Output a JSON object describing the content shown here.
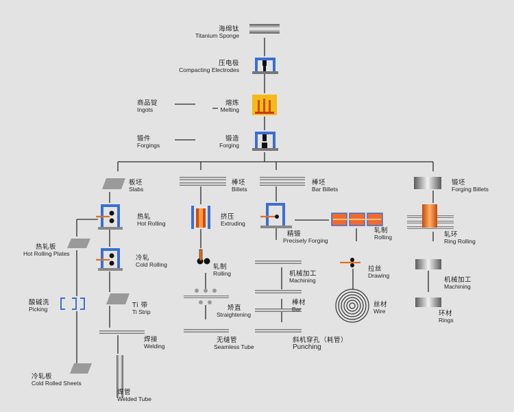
{
  "steps": {
    "titanium_sponge": {
      "zh": "海绵钛",
      "en": "Titanium Sponge"
    },
    "compacting_electrodes": {
      "zh": "压电极",
      "en": "Compacting Electrodes"
    },
    "melting": {
      "zh": "熔炼",
      "en": "Melting"
    },
    "ingots": {
      "zh": "商品锭",
      "en": "Ingots"
    },
    "forgings": {
      "zh": "锻件",
      "en": "Forgings"
    },
    "forging": {
      "zh": "锻造",
      "en": "Forging"
    },
    "slabs": {
      "zh": "板坯",
      "en": "Slabs"
    },
    "billets": {
      "zh": "棒坯",
      "en": "Billets"
    },
    "bar_billets": {
      "zh": "棒坯",
      "en": "Bar Billets"
    },
    "forging_billets": {
      "zh": "锻坯",
      "en": "Forging Billets"
    },
    "hot_rolling": {
      "zh": "热轧",
      "en": "Hot Rolling"
    },
    "extruding": {
      "zh": "挤压",
      "en": "Extruding"
    },
    "precisely_forging": {
      "zh": "精锻",
      "en": "Precisely Forging"
    },
    "rolling_1": {
      "zh": "轧制",
      "en": "Rolling"
    },
    "ring_rolling": {
      "zh": "轧环",
      "en": "Ring Rolling"
    },
    "hot_rolling_plates": {
      "zh": "热轧板",
      "en": "Hot Rolling Plates"
    },
    "cold_rolling": {
      "zh": "冷轧",
      "en": "Cold Rolling"
    },
    "rolling_2": {
      "zh": "轧制",
      "en": "Rolling"
    },
    "machining_1": {
      "zh": "机械加工",
      "en": "Machining"
    },
    "drawing": {
      "zh": "拉丝",
      "en": "Drawing"
    },
    "machining_2": {
      "zh": "机械加工",
      "en": "Machining"
    },
    "picking": {
      "zh": "酸碱洗",
      "en": "Picking"
    },
    "ti_strip": {
      "zh": "Ti 带",
      "en": "Ti Strip"
    },
    "straightening": {
      "zh": "矫直",
      "en": "Straightening"
    },
    "bar": {
      "zh": "棒材",
      "en": "Bar"
    },
    "wire": {
      "zh": "丝材",
      "en": "Wire"
    },
    "rings": {
      "zh": "环材",
      "en": "Rings"
    },
    "welding": {
      "zh": "焊接",
      "en": "Welding"
    },
    "seamless_tube": {
      "zh": "无缝管",
      "en": "Seamless Tube"
    },
    "punching": {
      "zh": "斜机穿孔（耗管）",
      "en": "Punching"
    },
    "cold_rolled_sheets": {
      "zh": "冷轧板",
      "en": "Cold Rolled Sheets"
    },
    "welded_tube": {
      "zh": "焊管",
      "en": "Welded Tube"
    }
  },
  "colors": {
    "background": "#e3e3e3",
    "line": "#2a2a2a",
    "frame_blue": "#3b6fd0",
    "metal": "#9a9a9a",
    "orange": "#e07020",
    "melt_yellow": "#f2bb16"
  }
}
